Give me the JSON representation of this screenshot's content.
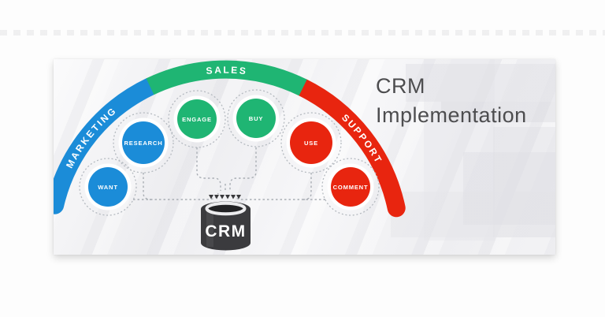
{
  "title": {
    "line1": "CRM",
    "line2": "Implementation"
  },
  "arc_segments": [
    {
      "label": "MARKETING",
      "color": "#1b8cd8"
    },
    {
      "label": "SALES",
      "color": "#1fb573"
    },
    {
      "label": "SUPPORT",
      "color": "#e8250f"
    }
  ],
  "stages": [
    {
      "label": "WANT",
      "color": "#1b8cd8"
    },
    {
      "label": "RESEARCH",
      "color": "#1b8cd8"
    },
    {
      "label": "ENGAGE",
      "color": "#1fb573"
    },
    {
      "label": "BUY",
      "color": "#1fb573"
    },
    {
      "label": "USE",
      "color": "#e8250f"
    },
    {
      "label": "COMMENT",
      "color": "#e8250f"
    }
  ],
  "database": {
    "label": "CRM",
    "color": "#3b3b3e"
  },
  "colors": {
    "connector": "#a9aeb4",
    "dotted_ring": "#b5bac0",
    "arrow": "#38383b"
  }
}
